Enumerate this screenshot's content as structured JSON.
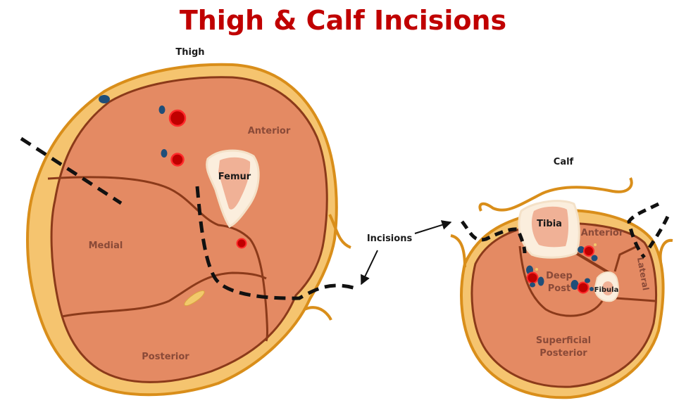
{
  "title": "Thigh & Calf Incisions",
  "thigh": {
    "label": "Thigh",
    "compartments": {
      "anterior": "Anterior",
      "medial": "Medial",
      "posterior": "Posterior"
    },
    "bone": "Femur"
  },
  "calf": {
    "label": "Calf",
    "compartments": {
      "anterior": "Anterior",
      "lateral": "Lateral",
      "deep_posterior_line1": "Deep",
      "deep_posterior_line2": "Post",
      "superficial_posterior_line1": "Superficial",
      "superficial_posterior_line2": "Posterior"
    },
    "bones": {
      "tibia": "Tibia",
      "fibula": "Fibula"
    }
  },
  "annotation": {
    "incisions": "Incisions"
  },
  "colors": {
    "title": "#c00000",
    "muscle": "#e48a63",
    "fascia": "#8b3a1a",
    "skin_fat": "#f5c46f",
    "skin_outline": "#d98e1a",
    "bone_cortex": "#fbeedd",
    "bone_marrow": "#f0b196",
    "artery": "#d40000",
    "vein": "#1f4e79",
    "incision": "#111111"
  }
}
